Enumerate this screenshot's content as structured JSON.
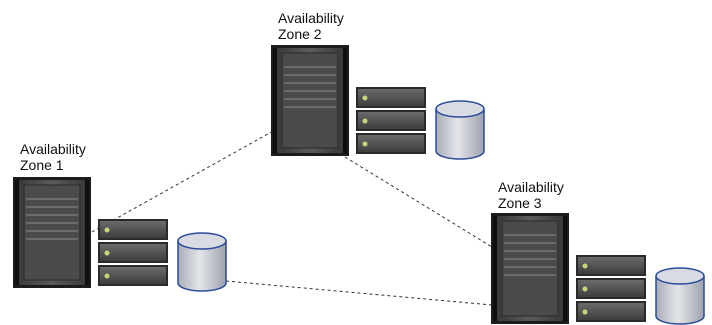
{
  "zones": [
    {
      "id": "zone1",
      "label_line1": "Availability",
      "label_line2": "Zone 1"
    },
    {
      "id": "zone2",
      "label_line1": "Availability",
      "label_line2": "Zone 2"
    },
    {
      "id": "zone3",
      "label_line1": "Availability",
      "label_line2": "Zone 3"
    }
  ],
  "connections": [
    {
      "from": "zone1",
      "to": "zone2",
      "style": "dashed"
    },
    {
      "from": "zone2",
      "to": "zone3",
      "style": "dashed"
    },
    {
      "from": "zone1",
      "to": "zone3",
      "style": "dashed"
    }
  ],
  "colors": {
    "rack_body": "#4a4a4a",
    "rack_frame": "#1c1c1c",
    "server_body": "#555555",
    "server_led": "#c8d67a",
    "db_fill": "#c9ccd3",
    "db_stroke": "#2a4a9a",
    "line": "#333333"
  }
}
